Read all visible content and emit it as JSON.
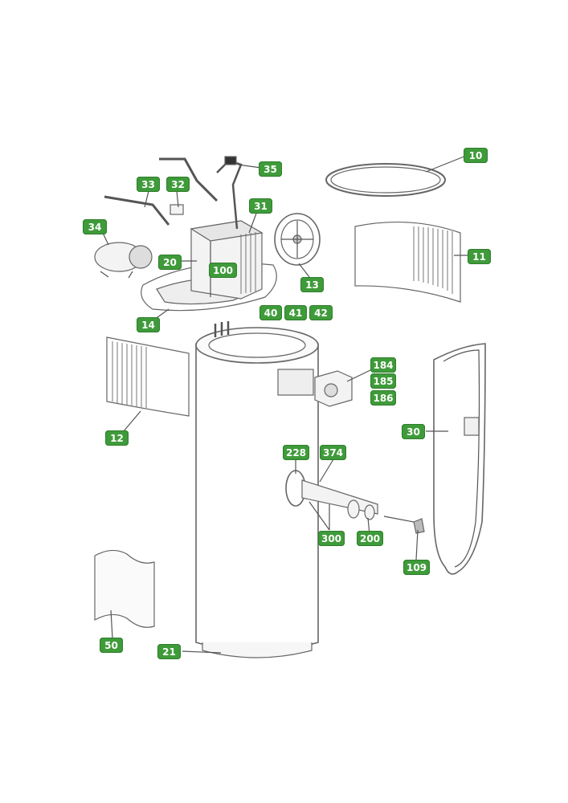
{
  "diagram": {
    "labels": {
      "p10": "10",
      "p11": "11",
      "p12": "12",
      "p13": "13",
      "p14": "14",
      "p20": "20",
      "p21": "21",
      "p30": "30",
      "p31": "31",
      "p32": "32",
      "p33": "33",
      "p34": "34",
      "p35": "35",
      "p40": "40",
      "p41": "41",
      "p42": "42",
      "p50": "50",
      "p100": "100",
      "p109": "109",
      "p184": "184",
      "p185": "185",
      "p186": "186",
      "p200": "200",
      "p228": "228",
      "p300": "300",
      "p374": "374"
    },
    "colors": {
      "tag_bg": "#3f9b3a",
      "tag_text": "#ffffff",
      "line": "#555555"
    }
  }
}
